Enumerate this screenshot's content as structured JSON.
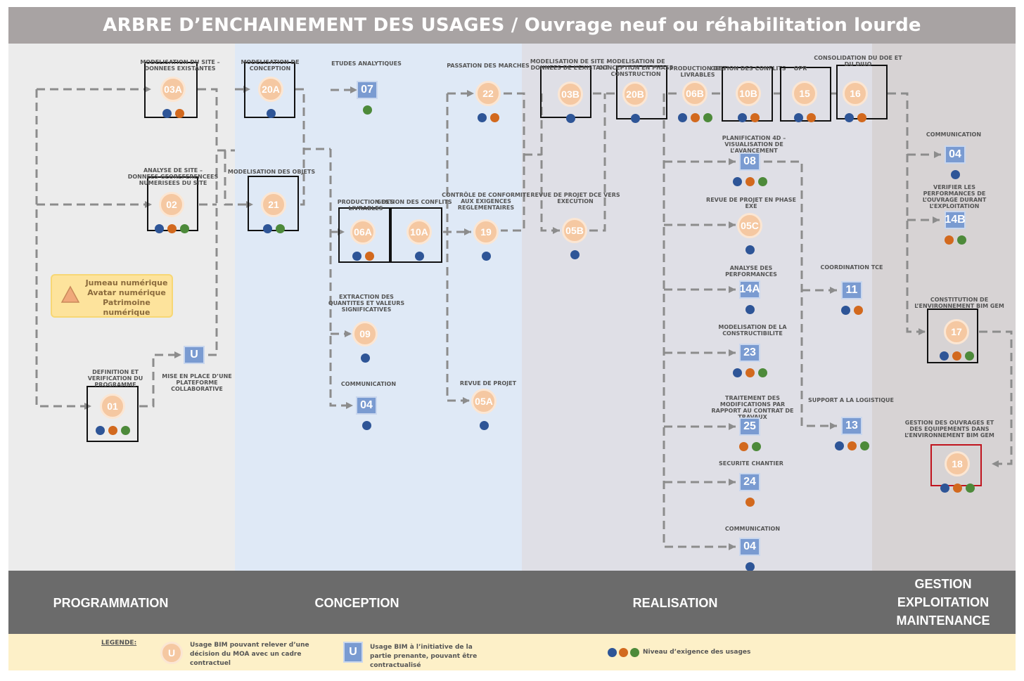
{
  "title": "ARBRE D’ENCHAINEMENT DES USAGES / Ouvrage neuf ou réhabilitation lourde",
  "colors": {
    "blue": "#2e5597",
    "orange": "#d2691e",
    "green": "#4d8a3a",
    "circle": "#f5c8a2",
    "square": "#7a9bd1",
    "red_frame": "#c0141e"
  },
  "phases": {
    "programmation": "PROGRAMMATION",
    "conception": "CONCEPTION",
    "realisation": "REALISATION",
    "gem_line1": "GESTION",
    "gem_line2": "EXPLOITATION",
    "gem_line3": "MAINTENANCE"
  },
  "callout": {
    "icon": "warning-triangle-icon",
    "line1": "Jumeau numérique",
    "line2": "Avatar numérique",
    "line3": "Patrimoine",
    "line4": "numérique"
  },
  "legend": {
    "title": "LEGENDE:",
    "circle_symbol": "U",
    "circle_text_1": "Usage BIM pouvant relever d’une",
    "circle_text_2": "décision du MOA avec un cadre",
    "circle_text_3": "contractuel",
    "square_symbol": "U",
    "square_text_1": "Usage BIM à l’initiative de la",
    "square_text_2": "partie prenante, pouvant être",
    "square_text_3": "contractualisé",
    "dots_text": "Niveau d’exigence des usages"
  },
  "nodes": [
    {
      "id": "03A",
      "label": "MODELISATION DU SITE – DONNEES EXISTANTES",
      "shape": "circle",
      "dots": [
        "blue",
        "orange"
      ],
      "framed": true
    },
    {
      "id": "02",
      "label": "ANALYSE DE SITE – DONNEES GEOREFERENCEES NUMERISEES DU SITE",
      "shape": "circle",
      "dots": [
        "blue",
        "orange",
        "green"
      ],
      "framed": true
    },
    {
      "id": "01",
      "label": "DEFINITION ET VERIFICATION DU PROGRAMME",
      "shape": "circle",
      "dots": [
        "blue",
        "orange",
        "green"
      ],
      "framed": true
    },
    {
      "id": "U",
      "label": "MISE EN PLACE D’UNE PLATEFORME COLLABORATIVE",
      "shape": "square",
      "dots": [],
      "framed": false
    },
    {
      "id": "20A",
      "label": "MODELISATION DE CONCEPTION",
      "shape": "circle",
      "dots": [
        "blue"
      ],
      "framed": true
    },
    {
      "id": "21",
      "label": "MODELISATION DES OBJETS",
      "shape": "circle",
      "dots": [
        "blue",
        "green"
      ],
      "framed": true
    },
    {
      "id": "07",
      "label": "ETUDES ANALYTIQUES",
      "shape": "square",
      "dots": [
        "green"
      ],
      "framed": false
    },
    {
      "id": "06A",
      "label": "PRODUCTION DES LIVRABLES",
      "shape": "circle",
      "dots": [
        "blue",
        "orange"
      ],
      "framed": true
    },
    {
      "id": "10A",
      "label": "GESTION DES CONFLITS",
      "shape": "circle",
      "dots": [
        "blue"
      ],
      "framed": true
    },
    {
      "id": "09",
      "label": "EXTRACTION DES QUANTITES ET VALEURS SIGNIFICATIVES",
      "shape": "circle",
      "dots": [
        "blue"
      ],
      "framed": false
    },
    {
      "id": "04",
      "label": "COMMUNICATION",
      "shape": "square",
      "dots": [
        "blue"
      ],
      "framed": false
    },
    {
      "id": "22",
      "label": "PASSATION DES MARCHES",
      "shape": "circle",
      "dots": [
        "blue",
        "orange"
      ],
      "framed": false
    },
    {
      "id": "19",
      "label": "CONTRÔLE DE CONFORMITE AUX EXIGENCES REGLEMENTAIRES",
      "shape": "circle",
      "dots": [
        "blue"
      ],
      "framed": false
    },
    {
      "id": "05A",
      "label": "REVUE DE PROJET",
      "shape": "circle",
      "dots": [
        "blue"
      ],
      "framed": false
    },
    {
      "id": "03B",
      "label": "MODELISATION DE SITE – DONNEES DE L’EXISTANT",
      "shape": "circle",
      "dots": [
        "blue"
      ],
      "framed": true
    },
    {
      "id": "05B",
      "label": "REVUE DE PROJET DCE VERS EXECUTION",
      "shape": "circle",
      "dots": [
        "blue"
      ],
      "framed": false
    },
    {
      "id": "20B",
      "label": "MODELISATION DE CONCEPTION EN PHASE CONSTRUCTION",
      "shape": "circle",
      "dots": [
        "blue"
      ],
      "framed": true
    },
    {
      "id": "06B",
      "label": "PRODUCTION DES LIVRABLES",
      "shape": "circle",
      "dots": [
        "blue",
        "orange",
        "green"
      ],
      "framed": false
    },
    {
      "id": "10B",
      "label": "GESTION DES CONFLITS",
      "shape": "circle",
      "dots": [
        "blue",
        "orange"
      ],
      "framed": true
    },
    {
      "id": "15",
      "label": "OPR",
      "shape": "circle",
      "dots": [
        "blue",
        "orange"
      ],
      "framed": true
    },
    {
      "id": "16",
      "label": "CONSOLIDATION DU DOE ET DU DIUO",
      "shape": "circle",
      "dots": [
        "blue",
        "orange"
      ],
      "framed": true
    },
    {
      "id": "08",
      "label": "PLANIFICATION 4D – VISUALISATION DE L’AVANCEMENT",
      "shape": "square",
      "dots": [
        "blue",
        "orange",
        "green"
      ],
      "framed": false
    },
    {
      "id": "05C",
      "label": "REVUE DE PROJET EN PHASE EXE",
      "shape": "circle",
      "dots": [
        "blue"
      ],
      "framed": false
    },
    {
      "id": "14A",
      "label": "ANALYSE DES PERFORMANCES",
      "shape": "square",
      "dots": [
        "blue"
      ],
      "framed": false
    },
    {
      "id": "23",
      "label": "MODELISATION DE LA CONSTRUCTIBILITE",
      "shape": "square",
      "dots": [
        "blue",
        "orange",
        "green"
      ],
      "framed": false
    },
    {
      "id": "25",
      "label": "TRAITEMENT DES MODIFICATIONS PAR RAPPORT AU CONTRAT DE TRAVAUX",
      "shape": "square",
      "dots": [
        "orange",
        "green"
      ],
      "framed": false
    },
    {
      "id": "24",
      "label": "SECURITE CHANTIER",
      "shape": "square",
      "dots": [
        "orange"
      ],
      "framed": false
    },
    {
      "id": "04R",
      "label": "COMMUNICATION",
      "shape": "square",
      "dots": [
        "blue"
      ],
      "framed": false
    },
    {
      "id": "11",
      "label": "COORDINATION TCE",
      "shape": "square",
      "dots": [
        "blue",
        "orange"
      ],
      "framed": false
    },
    {
      "id": "13",
      "label": "SUPPORT A LA LOGISTIQUE",
      "shape": "square",
      "dots": [
        "blue",
        "orange",
        "green"
      ],
      "framed": false
    },
    {
      "id": "04G",
      "label": "COMMUNICATION",
      "shape": "square",
      "dots": [
        "blue"
      ],
      "framed": false
    },
    {
      "id": "14B",
      "label": "VERIFIER LES PERFORMANCES DE L’OUVRAGE DURANT L’EXPLOITATION",
      "shape": "square",
      "dots": [
        "orange",
        "green"
      ],
      "framed": false
    },
    {
      "id": "17",
      "label": "CONSTITUTION DE L’ENVIRONNEMENT BIM GEM",
      "shape": "circle",
      "dots": [
        "blue",
        "orange",
        "green"
      ],
      "framed": true
    },
    {
      "id": "18",
      "label": "GESTION DES OUVRAGES ET DES EQUIPEMENTS DANS L’ENVIRONNEMENT BIM GEM",
      "shape": "circle",
      "dots": [
        "blue",
        "orange",
        "green"
      ],
      "framed": true
    }
  ]
}
